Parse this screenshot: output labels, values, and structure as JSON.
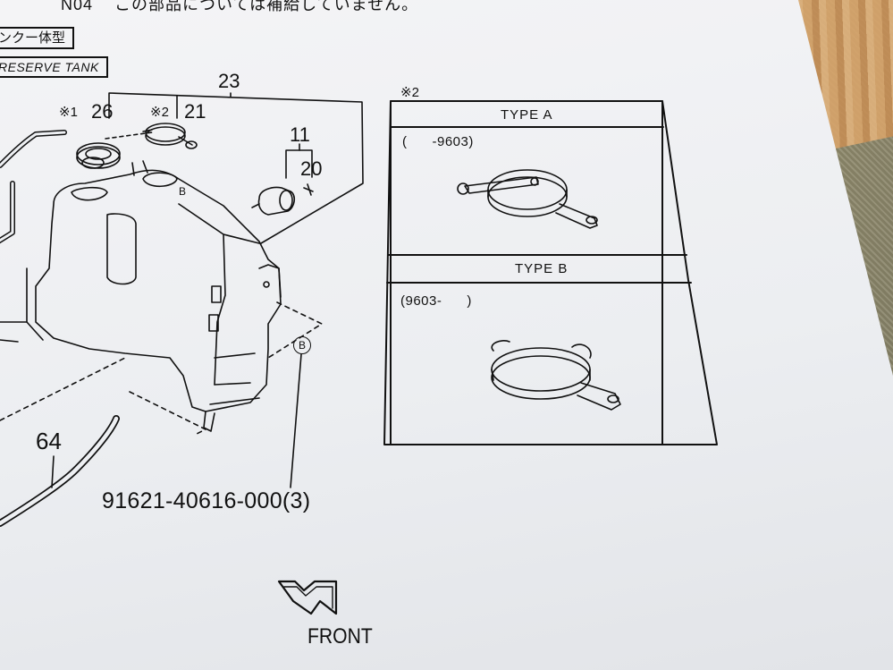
{
  "header": {
    "code_fragment": "N04",
    "note": "この部品については補給していません。"
  },
  "section_labels": {
    "japanese": "ンクー体型",
    "english": "RESERVE TANK"
  },
  "callouts": {
    "c23": "23",
    "c26": "26",
    "c21": "21",
    "c11": "11",
    "c20": "20",
    "c64": "64",
    "mark1": "※1",
    "mark2": "※2",
    "mark2_panel": "※2",
    "point_b": "B",
    "point_b_circle": "B"
  },
  "part_number": "91621-40616-000(3)",
  "types": [
    {
      "title": "TYPE A",
      "date_range": "(      -9603)"
    },
    {
      "title": "TYPE B",
      "date_range": "(9603-      )"
    }
  ],
  "direction": "FRONT",
  "colors": {
    "ink": "#111111",
    "paper": "#eef0f3",
    "background": "#8f8a72"
  }
}
